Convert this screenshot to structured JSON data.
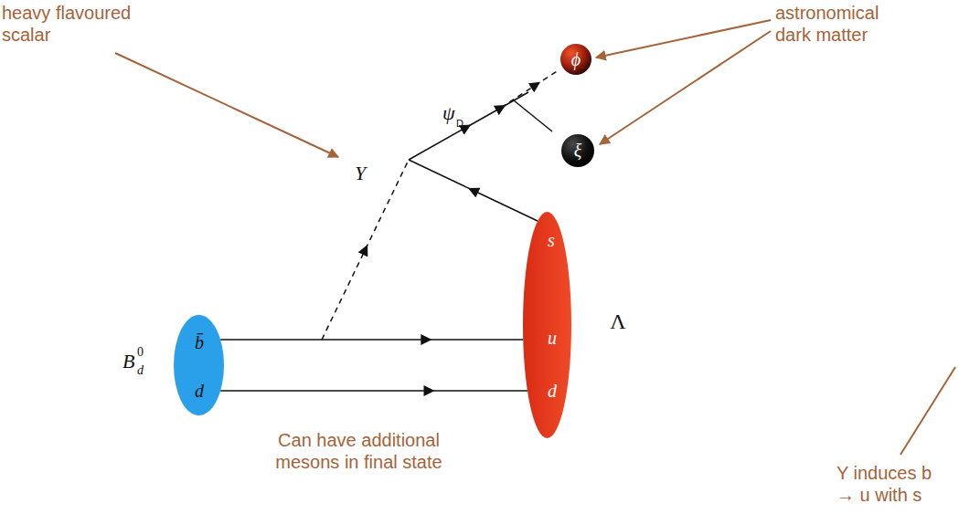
{
  "diagram": {
    "nodes": [
      {
        "text": [
          "b̄",
          "d"
        ]
      },
      {
        "text": [
          "s",
          "u",
          "d",
          "Λ"
        ]
      },
      {
        "text": [
          "ϕ"
        ]
      },
      {
        "text": [
          "ξ"
        ]
      }
    ],
    "edges": [
      {
        "from": 0,
        "to": 1,
        "arrow": "to"
      },
      {
        "from": 0,
        "to": 1,
        "arrow": "to"
      }
    ],
    "labels": [
      "heavy flavoured scalar",
      "astronomical dark matter",
      "Y",
      "ψ",
      "D",
      "B",
      "0",
      "d",
      "Can have additional mesons in final state",
      "Y induces b → u with s"
    ]
  }
}
